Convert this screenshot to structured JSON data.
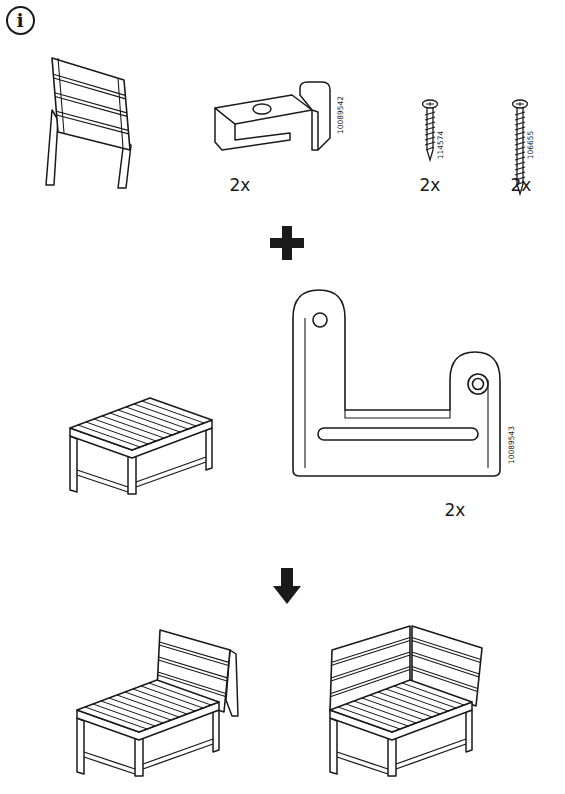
{
  "diagram": {
    "nodes": [
      {
        "text": [
          "i"
        ]
      }
    ],
    "labels": [
      "10089542",
      "2x",
      "114574",
      "2x",
      "106655",
      "2x",
      "10089543",
      "2x"
    ]
  }
}
